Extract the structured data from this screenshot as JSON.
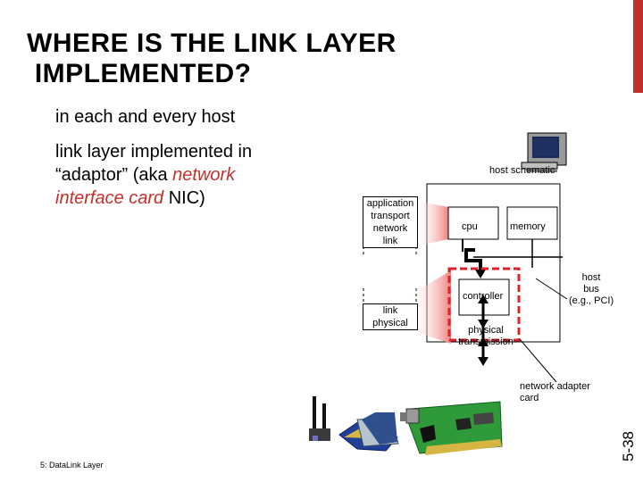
{
  "title": {
    "line1": "WHERE IS THE LINK LAYER",
    "line2": " IMPLEMENTED?"
  },
  "bullets": {
    "b1": "in each and every host",
    "b2_line1": "link layer implemented in",
    "b2_line2_a": "“adaptor” (aka ",
    "b2_line2_b": "network",
    "b2_line3_a": "interface card",
    "b2_line3_b": " NIC)"
  },
  "diagram": {
    "host_schematic": "host schematic",
    "stack_top": [
      "application",
      "transport",
      "network",
      "link"
    ],
    "stack_bottom": [
      "link",
      "physical"
    ],
    "cpu": "cpu",
    "memory": "memory",
    "controller": "controller",
    "physical_transmission": "physical transmission",
    "host_bus": [
      "host",
      "bus",
      "(e.g., PCI)"
    ],
    "network_adapter_card": [
      "network adapter",
      "card"
    ]
  },
  "footer": "5: DataLink Layer",
  "slide_number": "5-38",
  "colors": {
    "accent_red": "#c0312b",
    "dashed_red": "#e0202a"
  }
}
